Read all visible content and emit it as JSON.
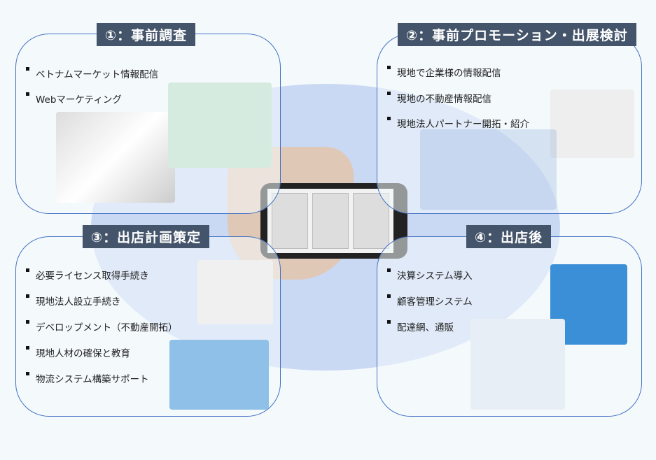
{
  "sections": [
    {
      "title": "①：事前調査",
      "items": [
        "ベトナムマーケット情報配信",
        "Webマーケティング"
      ]
    },
    {
      "title": "②：事前プロモーション・出展検討",
      "items": [
        "現地で企業様の情報配信",
        "現地の不動産情報配信",
        "現地法人パートナー開拓・紹介"
      ]
    },
    {
      "title": "③：出店計画策定",
      "items": [
        "必要ライセンス取得手続き",
        "現地法人設立手続き",
        "デベロップメント（不動産開拓）",
        "現地人材の確保と教育",
        "物流システム構築サポート"
      ]
    },
    {
      "title": "④：出店後",
      "items": [
        "決算システム導入",
        "顧客管理システム",
        "配達網、通販"
      ]
    }
  ],
  "colors": {
    "title_bg": "#44546a",
    "border": "#4472c4",
    "ellipse": "#c9d8f3"
  }
}
